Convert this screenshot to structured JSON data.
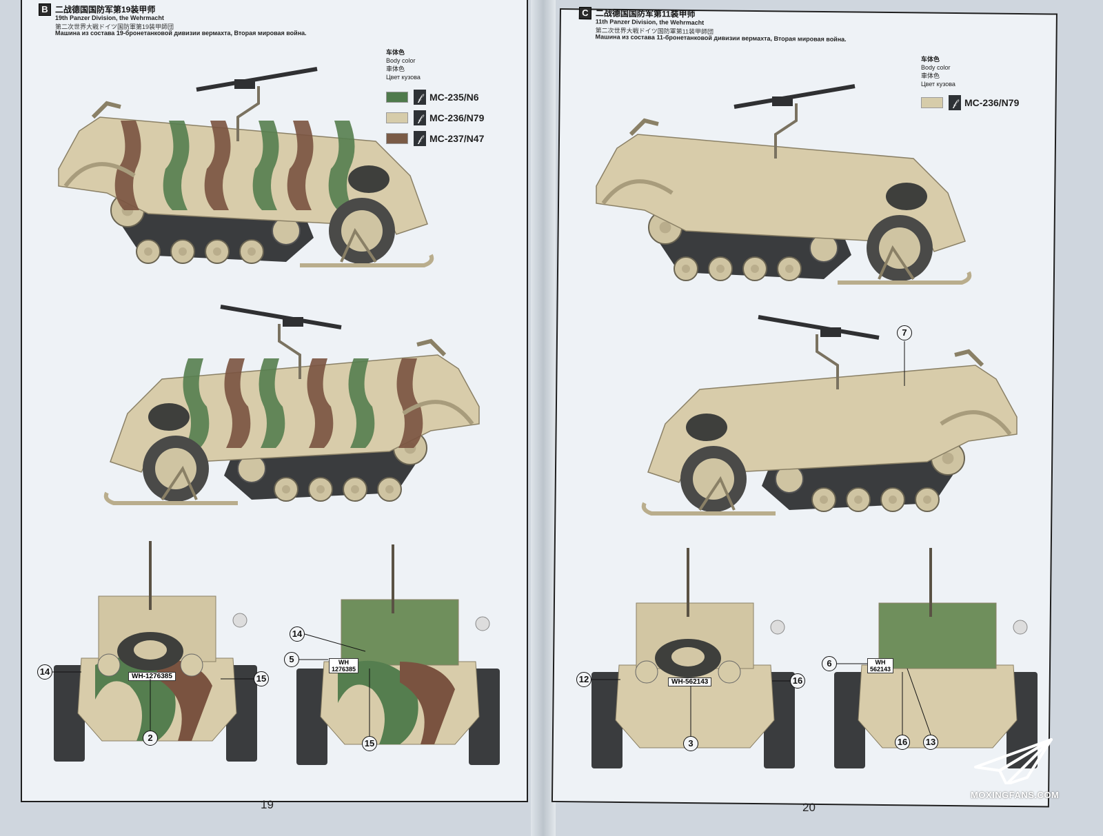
{
  "left_page": {
    "badge": "B",
    "title_cn": "二战德国国防军第19装甲师",
    "title_en": "19th Panzer Division, the Wehrmacht",
    "title_jp": "第二次世界大戦ドイツ国防軍第19装甲師団",
    "title_ru": "Машина из состава 19-бронетанковой дивизии вермахта, Вторая мировая война.",
    "legend": {
      "label_cn": "车体色",
      "label_en": "Body color",
      "label_jp": "車体色",
      "label_ru": "Цвет кузова",
      "colors": [
        {
          "code": "MC-235/N6",
          "hex": "#4f7a4c"
        },
        {
          "code": "MC-236/N79",
          "hex": "#d6ccaa"
        },
        {
          "code": "MC-237/N47",
          "hex": "#7a5b46"
        }
      ]
    },
    "plate_front": "WH-1276385",
    "plate_rear_line1": "WH",
    "plate_rear_line2": "1276385",
    "callouts": [
      "14",
      "2",
      "15",
      "14",
      "5",
      "15"
    ],
    "page_number": "19"
  },
  "right_page": {
    "badge": "C",
    "title_cn": "二战德国国防军第11装甲师",
    "title_en": "11th Panzer Division, the Wehrmacht",
    "title_jp": "第二次世界大戦ドイツ国防軍第11装甲師団",
    "title_ru": "Машина из состава 11-бронетанковой дивизии вермахта, Вторая мировая война.",
    "legend": {
      "label_cn": "车体色",
      "label_en": "Body color",
      "label_jp": "車体色",
      "label_ru": "Цвет кузова",
      "colors": [
        {
          "code": "MC-236/N79",
          "hex": "#d6ccaa"
        }
      ]
    },
    "plate_front": "WH-562143",
    "plate_rear_line1": "WH",
    "plate_rear_line2": "562143",
    "callouts": [
      "7",
      "12",
      "3",
      "16",
      "6",
      "16",
      "13"
    ],
    "page_number": "20"
  },
  "watermark": "MOXINGFANS.COM",
  "colors": {
    "sand": "#d8ccaa",
    "green": "#557e4f",
    "brown": "#7a5340",
    "track": "#3a3c3e"
  }
}
